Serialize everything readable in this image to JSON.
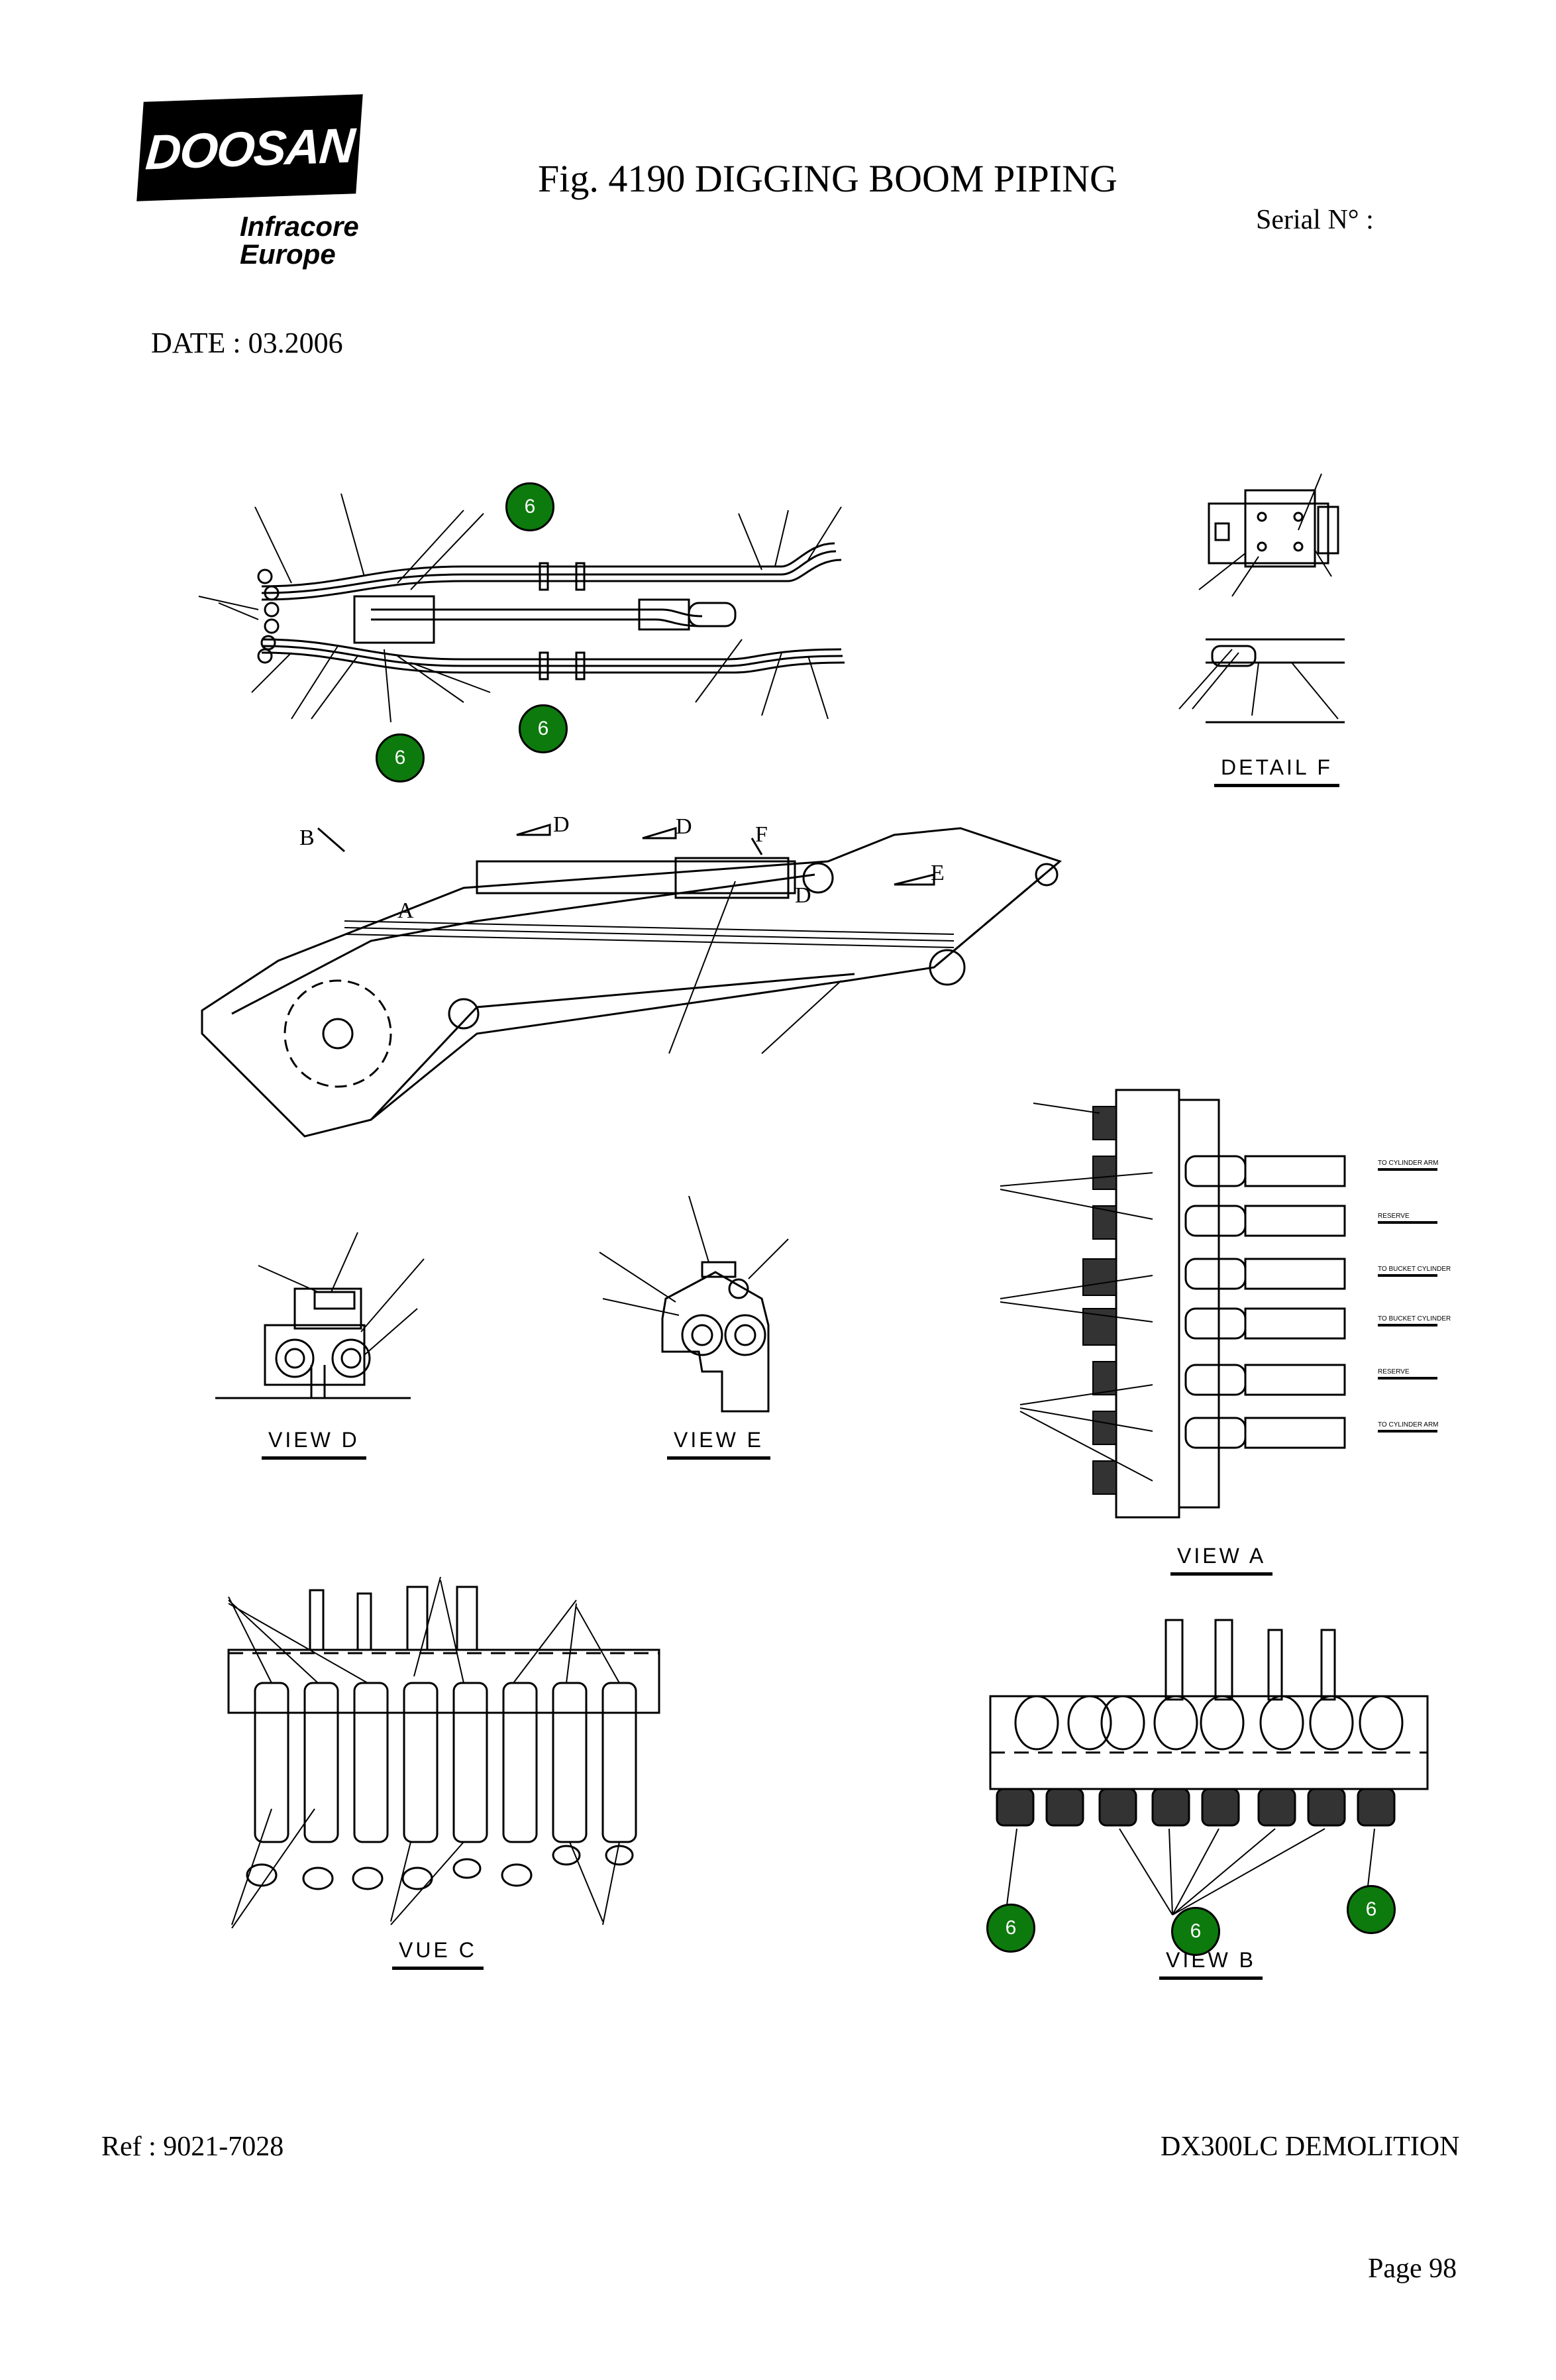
{
  "header": {
    "logo_text": "DOOSAN",
    "logo_sub1": "Infracore",
    "logo_sub2": "Europe",
    "figure_title": "Fig. 4190   DIGGING BOOM PIPING",
    "serial_label": "Serial N° :",
    "date_label": "DATE : 03.2006"
  },
  "views": {
    "detail_f": "DETAIL   F",
    "view_d": "VIEW   D",
    "view_e": "VIEW   E",
    "view_a": "VIEW   A",
    "vue_c": "VUE   C",
    "view_b": "VIEW   B"
  },
  "boom_markers": {
    "b": "B",
    "d1": "D",
    "d2": "D",
    "f": "F",
    "e": "E",
    "d3": "D",
    "a": "A"
  },
  "callouts": [
    "6",
    "6",
    "6",
    "6",
    "6",
    "6"
  ],
  "view_a_labels": [
    "TO CYLINDER ARM",
    "RESERVE",
    "TO BUCKET CYLINDER",
    "TO BUCKET CYLINDER",
    "RESERVE",
    "TO CYLINDER ARM"
  ],
  "footer": {
    "ref": "Ref : 9021-7028",
    "model": "DX300LC DEMOLITION",
    "page": "Page 98"
  }
}
